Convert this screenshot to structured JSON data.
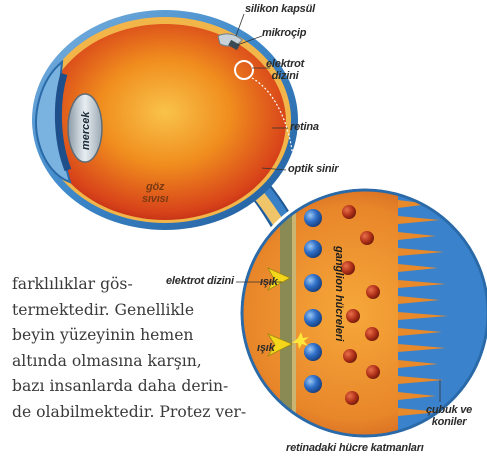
{
  "labels": {
    "silikon_kapsul": "silikon kapsül",
    "mikrocip": "mikroçip",
    "elektrot_dizini_1": "elektrot",
    "elektrot_dizini_2": "dizini",
    "retina": "retina",
    "optik_sinir": "optik sinir",
    "mercek": "mercek",
    "goz_sivisi_1": "göz",
    "goz_sivisi_2": "sıvısı",
    "elektrot_dizini_inset": "elektrot dizini",
    "isik_1": "ışık",
    "isik_2": "ışık",
    "ganglion_hucreleri": "ganglion hücreleri",
    "cubuk_ve_1": "çubuk ve",
    "cubuk_ve_2": "koniler",
    "retinadaki": "retinadaki hücre katmanları"
  },
  "body_text": [
    "farklılıklar gös-",
    "termektedir. Genellikle",
    "beyin yüzeyinin hemen",
    "altında olmasına karşın,",
    "bazı insanlarda daha derin-",
    "de olabilmektedir. Protez ver-"
  ],
  "colors": {
    "sclera": "#2f7fc1",
    "vitreous_core": "#f2a11f",
    "vitreous_edge": "#c7290f",
    "retina_band": "#e8a23a",
    "ganglion_cell": "#2f6fc9",
    "inner_cell": "#b03018",
    "rods_cones": "#2f77c8"
  }
}
